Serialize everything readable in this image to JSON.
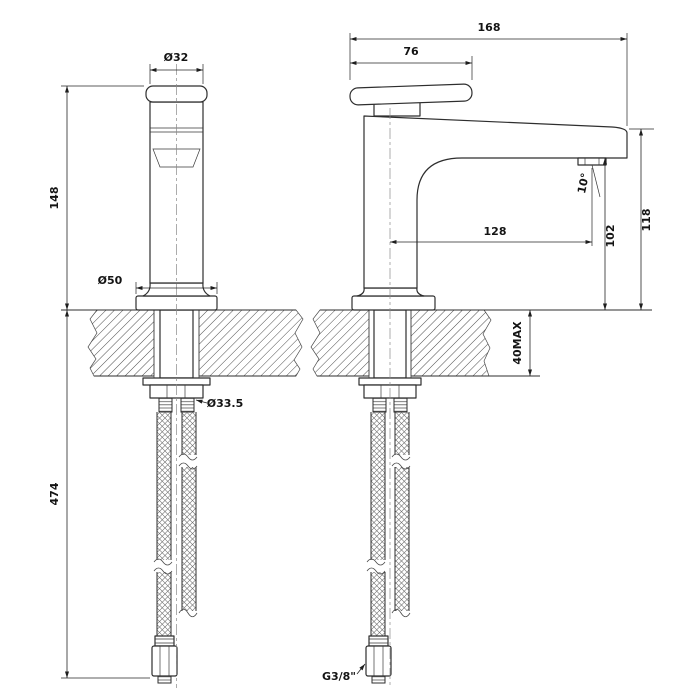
{
  "drawing": {
    "front_view": {
      "top_diameter": "Ø32",
      "height": "148",
      "base_diameter": "Ø50",
      "below_deck_length": "474",
      "shank_diameter": "Ø33.5"
    },
    "side_view": {
      "overall_depth": "168",
      "handle_depth": "76",
      "spout_reach": "128",
      "spout_underside_height": "102",
      "spout_top_height": "118",
      "deck_thickness_max": "40MAX",
      "spray_angle": "10°",
      "hose_thread": "G3/8\""
    }
  }
}
